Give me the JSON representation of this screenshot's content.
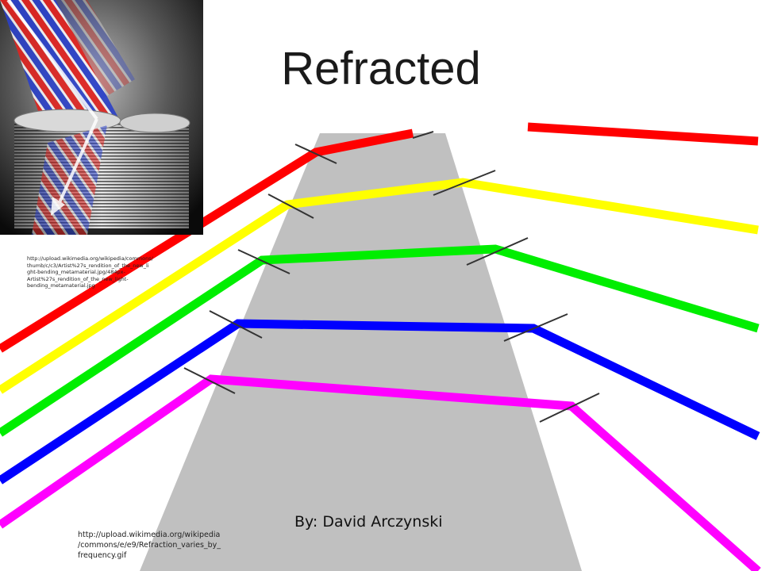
{
  "slide": {
    "title": "Refracted",
    "author": "By: David Arczynski",
    "image_credit_1": "http://upload.wikimedia.org/wikipedia/commons/\nthumb/c/c3/Artist%27s_rendition_of_the_new_li\nght-bending_metamaterial.jpg/484px-\nArtist%27s_rendition_of_the_new_light-\nbending_metamaterial.jpg",
    "image_credit_2": "http://upload.wikimedia.org/wikipedia\n/commons/e/e9/Refraction_varies_by_\nfrequency.gif"
  },
  "diagram": {
    "prism_color": "#c0c0c0",
    "rays": [
      {
        "color": "#ff0000"
      },
      {
        "color": "#ffff00"
      },
      {
        "color": "#00ee00"
      },
      {
        "color": "#0000ff"
      },
      {
        "color": "#ff00ff"
      }
    ]
  },
  "inset": {
    "wave_colors": [
      "#e0231f",
      "#2a40c8"
    ]
  }
}
